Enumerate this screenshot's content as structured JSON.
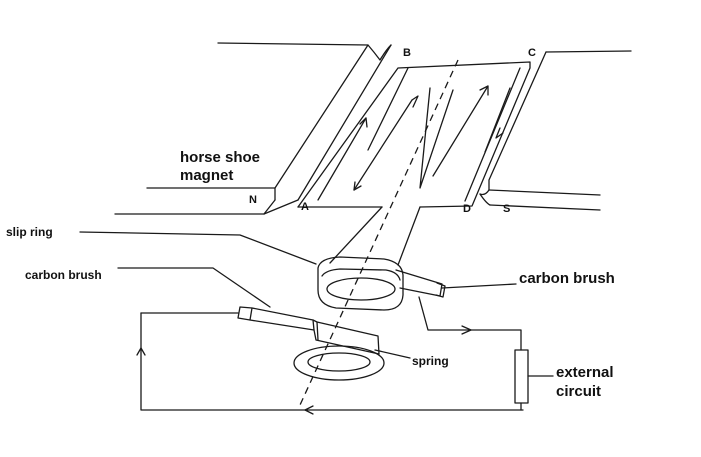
{
  "labels": {
    "horse_shoe_line1": "horse shoe",
    "horse_shoe_line2": "magnet",
    "pole_n": "N",
    "pole_s": "S",
    "corner_a": "A",
    "corner_b": "B",
    "corner_c": "C",
    "corner_d": "D",
    "slip_ring": "slip ring",
    "carbon_brush_left": "carbon brush",
    "carbon_brush_right": "carbon brush",
    "spring": "spring",
    "external_line1": "external",
    "external_line2": "circuit"
  }
}
